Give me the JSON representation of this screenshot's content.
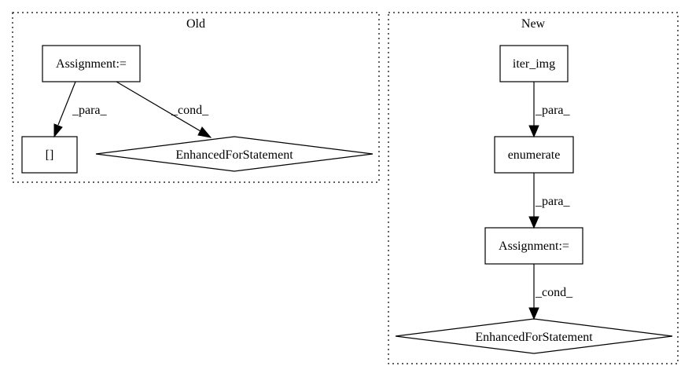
{
  "old": {
    "title": "Old",
    "nodes": {
      "assignment": "Assignment:=",
      "brackets": "[]",
      "for_statement": "EnhancedForStatement"
    },
    "edges": {
      "assignment_to_brackets": "_para_",
      "assignment_to_for": "_cond_"
    }
  },
  "new": {
    "title": "New",
    "nodes": {
      "iter_img": "iter_img",
      "enumerate": "enumerate",
      "assignment": "Assignment:=",
      "for_statement": "EnhancedForStatement"
    },
    "edges": {
      "iter_img_to_enumerate": "_para_",
      "enumerate_to_assignment": "_para_",
      "assignment_to_for": "_cond_"
    }
  }
}
